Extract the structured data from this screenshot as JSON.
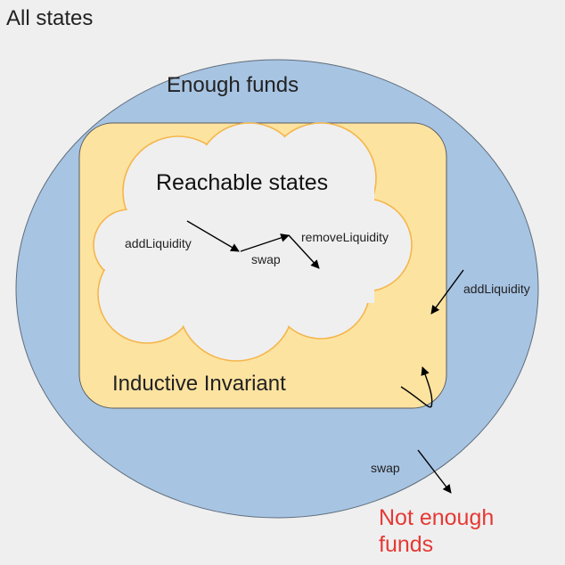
{
  "title": "All states",
  "regions": {
    "enough_funds": "Enough funds",
    "inductive_invariant": "Inductive Invariant",
    "reachable_states": "Reachable states"
  },
  "transitions": {
    "add_liquidity_inner": "addLiquidity",
    "swap_inner": "swap",
    "remove_liquidity_inner": "removeLiquidity",
    "add_liquidity_outer": "addLiquidity",
    "swap_outer": "swap"
  },
  "outside": {
    "not_enough_line1": "Not enough",
    "not_enough_line2": "funds"
  },
  "colors": {
    "background": "#efefef",
    "enough_funds_fill": "#a7c4e3",
    "invariant_fill": "#fde3a0",
    "reachable_fill": "#efefef",
    "reachable_stroke": "#f4b64c",
    "warning_text": "#e53935"
  }
}
